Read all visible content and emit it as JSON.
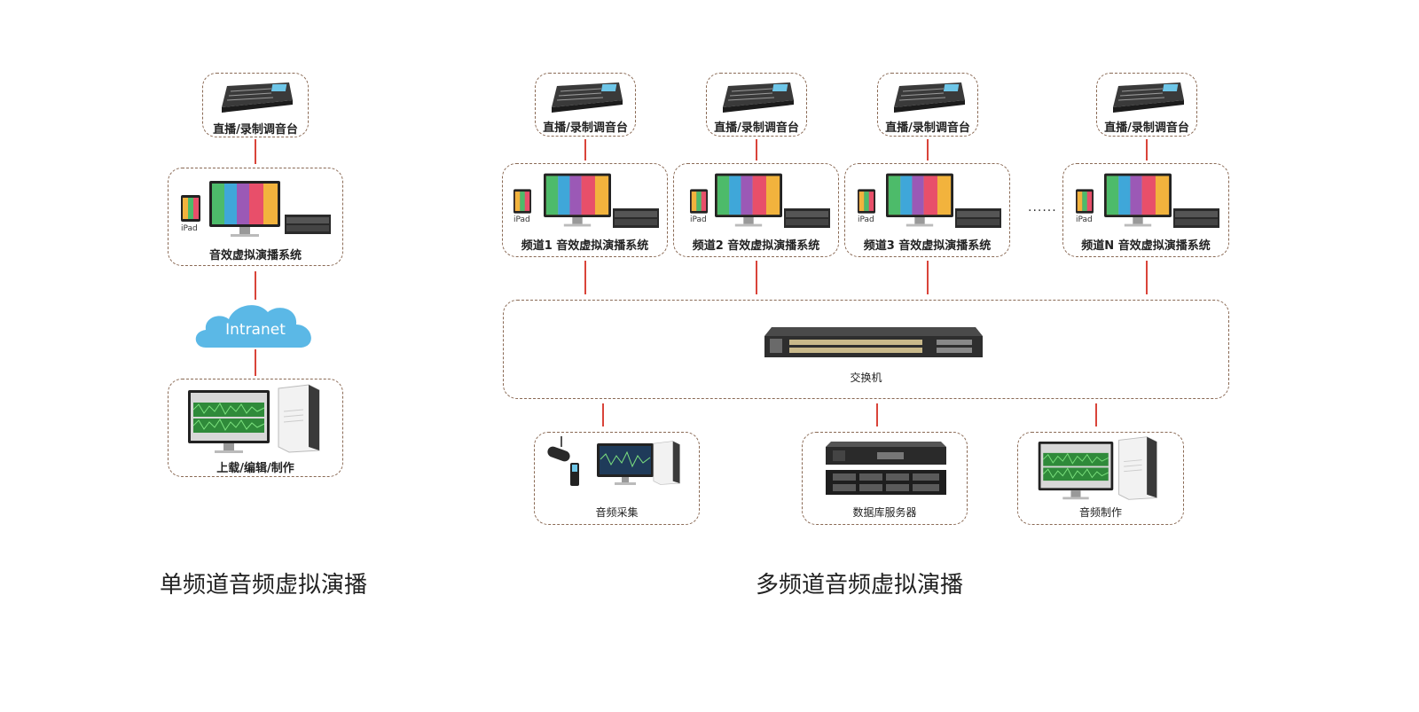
{
  "single": {
    "console_label": "直播/录制调音台",
    "system_label": "音效虚拟演播系统",
    "ipad_label": "iPad",
    "cloud_label": "Intranet",
    "workstation_label": "上载/编辑/制作",
    "title": "单频道音频虚拟演播"
  },
  "multi": {
    "channels": [
      {
        "console_label": "直播/录制调音台",
        "ipad_label": "iPad",
        "system_label": "频道1  音效虚拟演播系统"
      },
      {
        "console_label": "直播/录制调音台",
        "ipad_label": "iPad",
        "system_label": "频道2  音效虚拟演播系统"
      },
      {
        "console_label": "直播/录制调音台",
        "ipad_label": "iPad",
        "system_label": "频道3  音效虚拟演播系统"
      },
      {
        "console_label": "直播/录制调音台",
        "ipad_label": "iPad",
        "system_label": "频道N  音效虚拟演播系统"
      }
    ],
    "ellipsis": "......",
    "switch_label": "交换机",
    "bottom": [
      {
        "label": "音频采集"
      },
      {
        "label": "数据库服务器"
      },
      {
        "label": "音频制作"
      }
    ],
    "title": "多频道音频虚拟演播"
  },
  "colors": {
    "connector": "#d9443a",
    "box_border": "#8a6a55",
    "cloud": "#5bb8e6"
  }
}
